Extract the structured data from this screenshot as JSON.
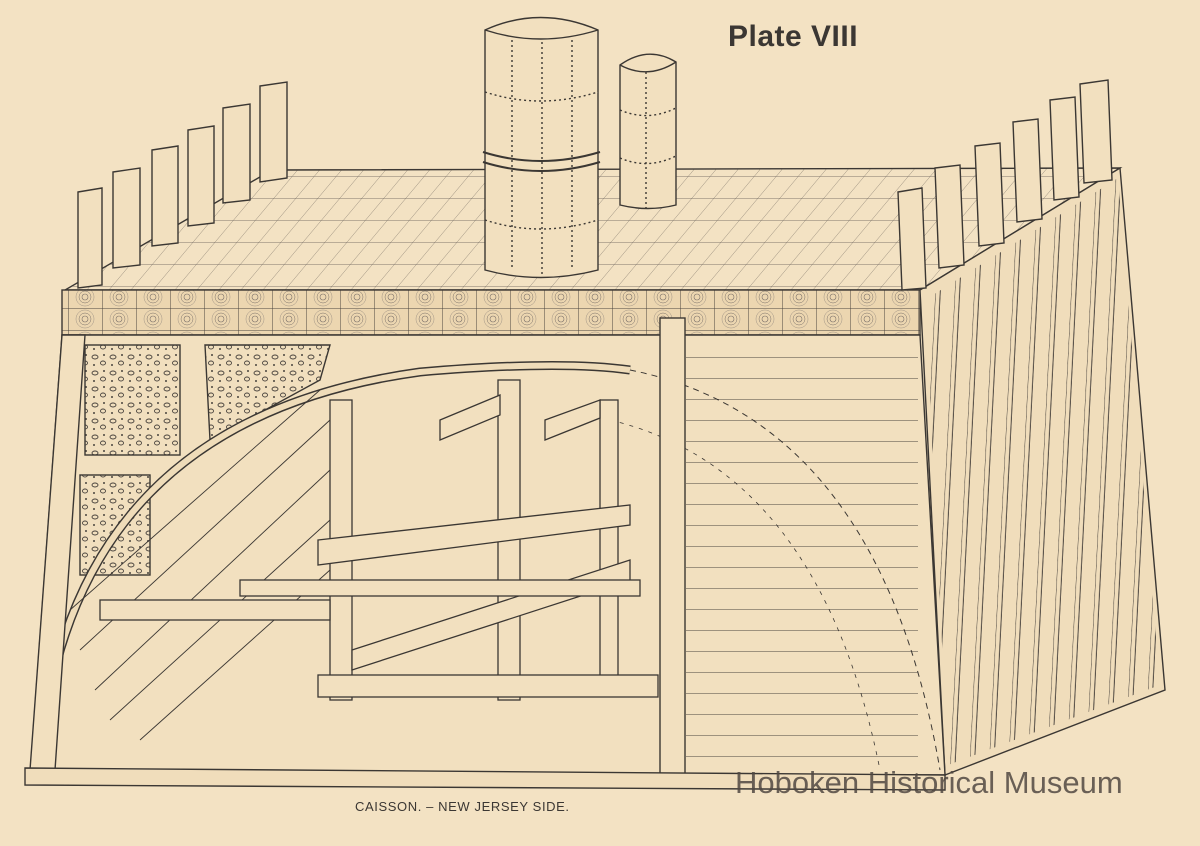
{
  "plate": {
    "title": "Plate VIII",
    "caption": "CAISSON. – NEW JERSEY SIDE.",
    "watermark": "Hoboken Historical Museum"
  },
  "colors": {
    "paper": "#f3e2c3",
    "ink": "#3b3733"
  }
}
